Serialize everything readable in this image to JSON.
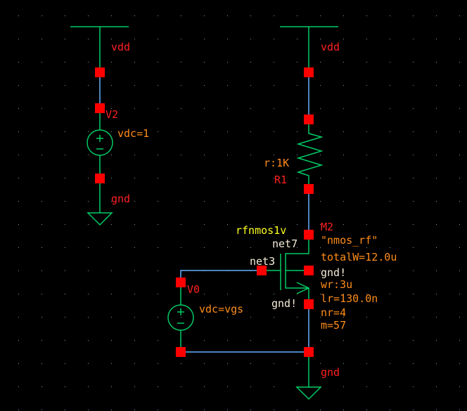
{
  "colors": {
    "background": "#000000",
    "wire": "#00cc66",
    "net_wire": "#66b0ff",
    "pin": "#ff0000",
    "instance_name": "#ff2020",
    "parameter": "#ff8c1a",
    "net_label": "#f5ecd8",
    "cell_name": "#ffff20",
    "grid": "#8899aa"
  },
  "left_branch": {
    "supply_label": "vdd",
    "source_name": "V2",
    "source_param": "vdc=1",
    "ground_label": "gnd"
  },
  "right_branch": {
    "supply_label": "vdd",
    "resistor_param": "r:1K",
    "resistor_name": "R1",
    "ground_label": "gnd"
  },
  "transistor": {
    "cell": "rfnmos1v",
    "name": "M2",
    "model": "\"nmos_rf\"",
    "drain_net": "net7",
    "gate_net": "net3",
    "source_net": "gnd!",
    "bulk_net": "gnd!",
    "params": [
      "totalW=12.0u",
      "wr:3u",
      "lr=130.0n",
      "nr=4",
      "m=57"
    ]
  },
  "gate_source": {
    "name": "V0",
    "param": "vdc=vgs"
  }
}
